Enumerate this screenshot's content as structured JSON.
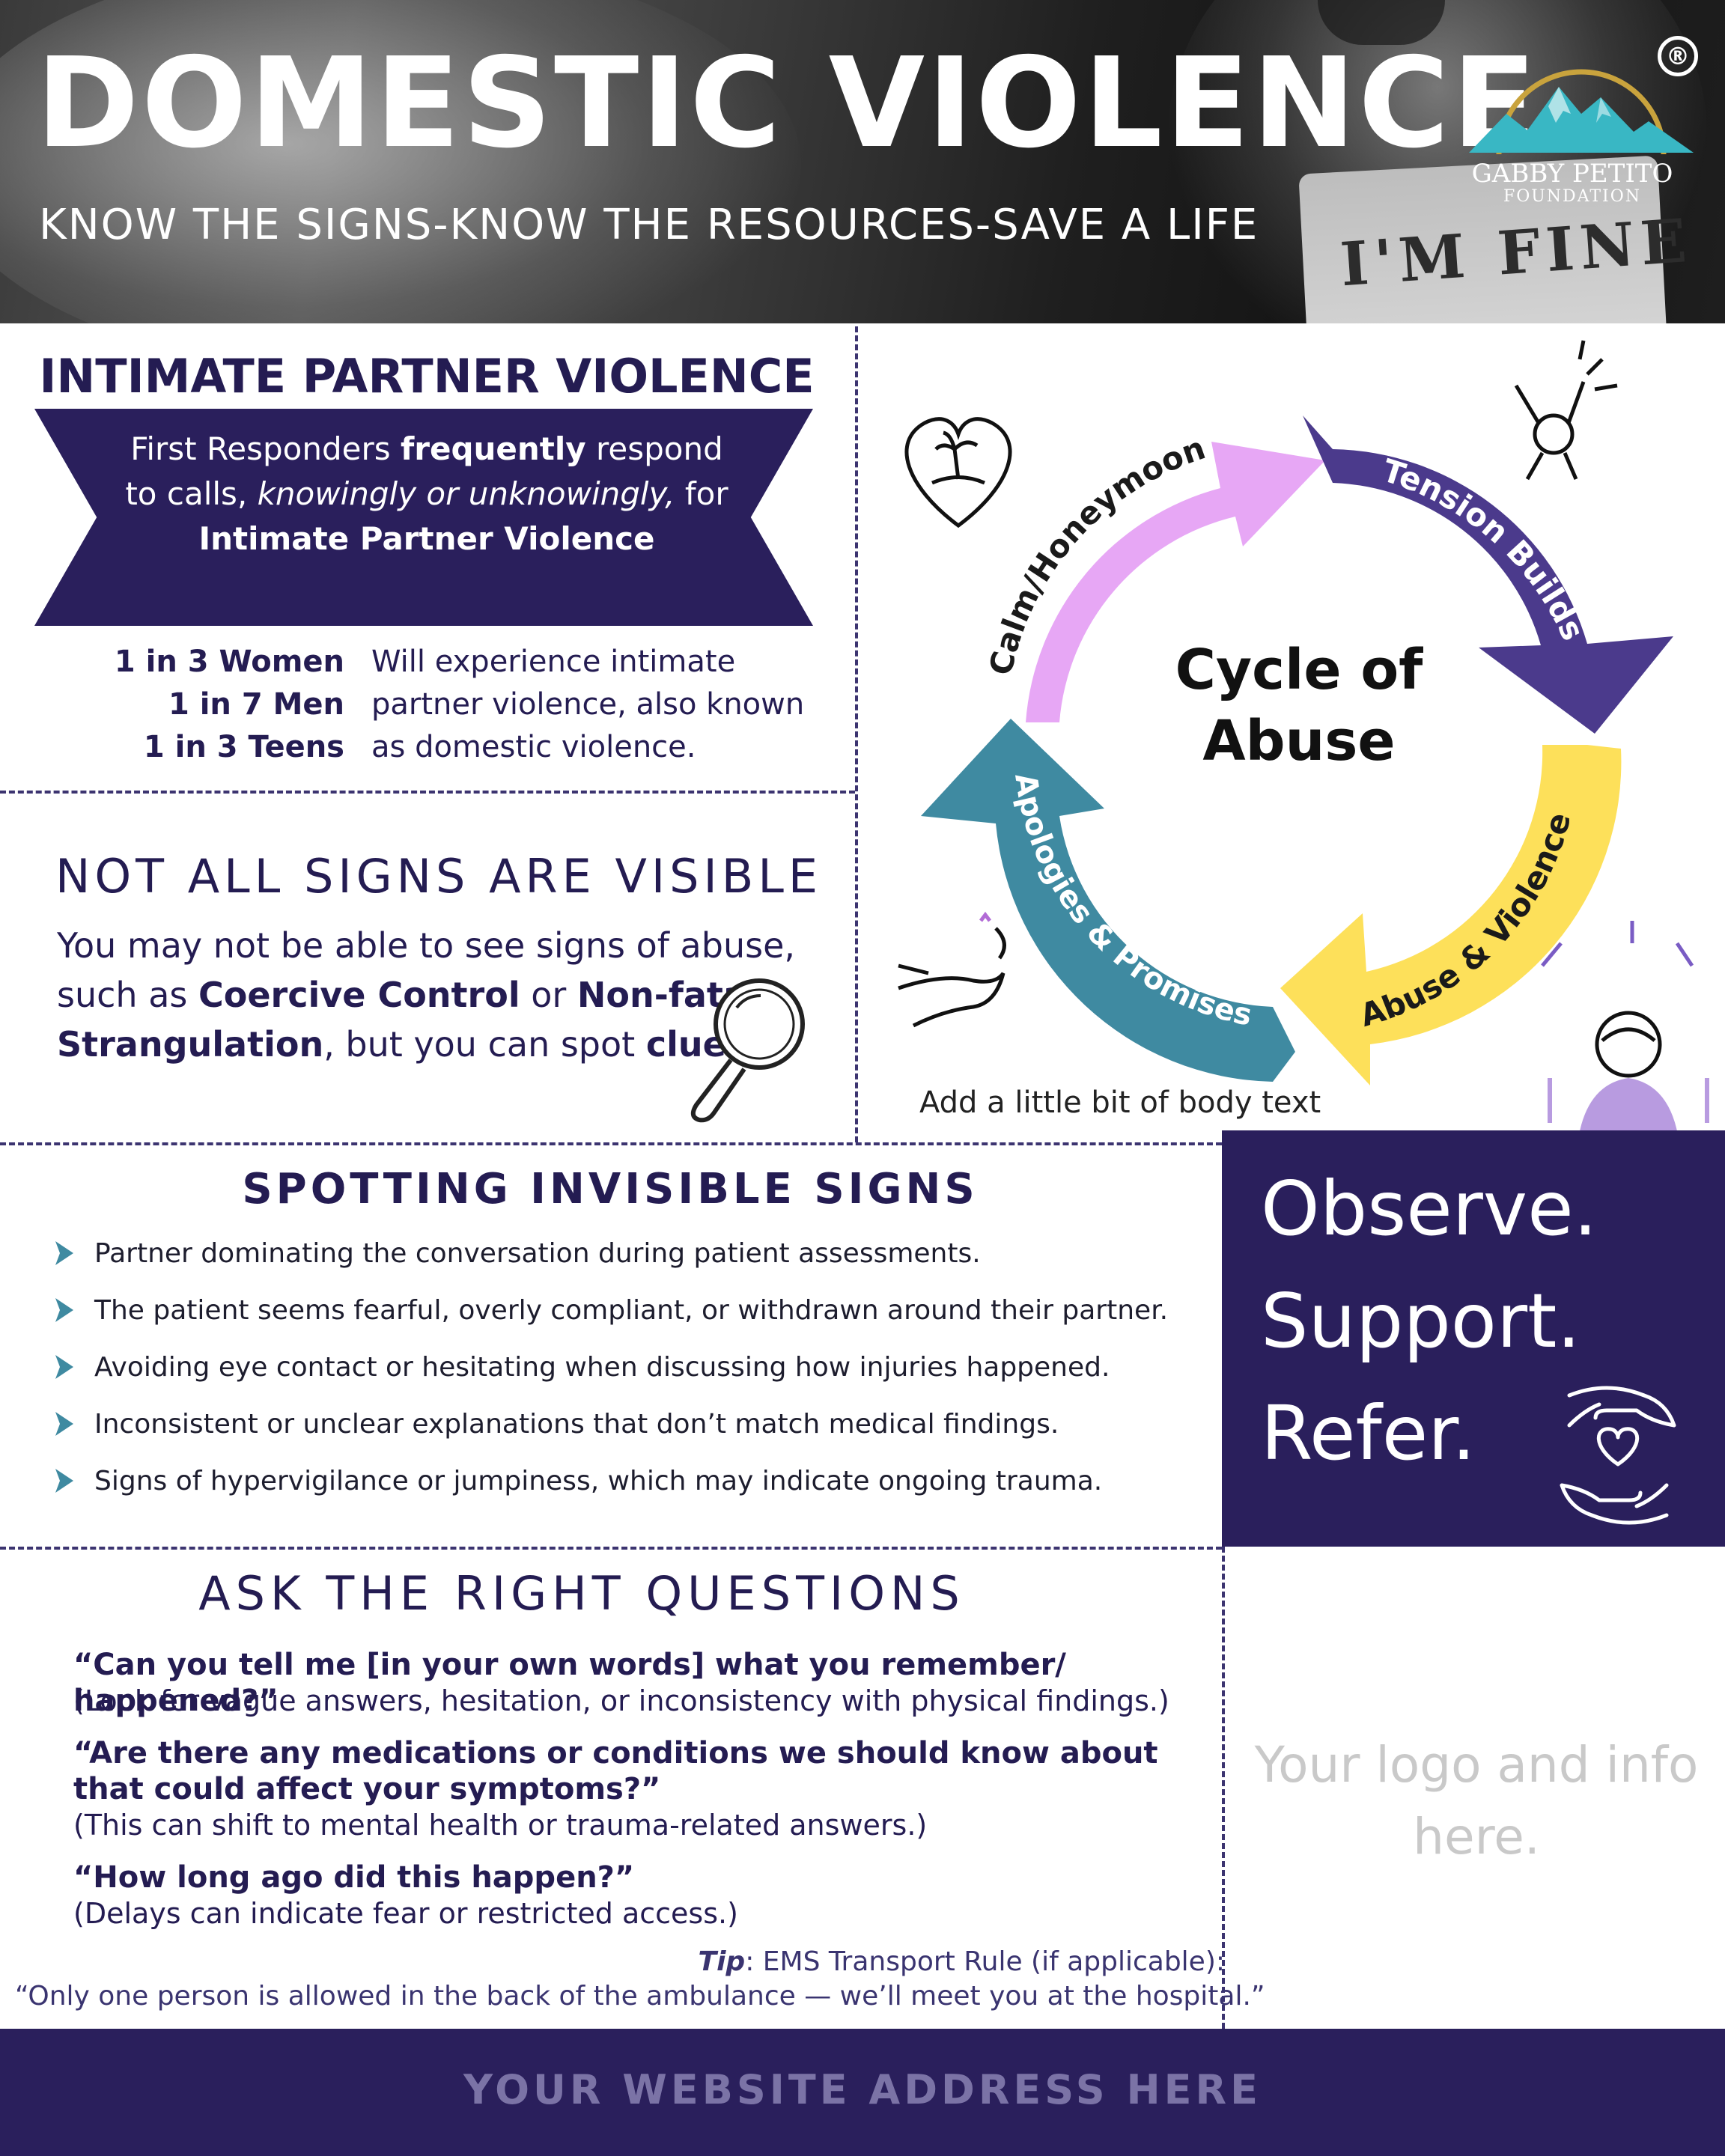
{
  "header": {
    "title": "DOMESTIC VIOLENCE",
    "subtitle": "KNOW THE SIGNS-KNOW THE RESOURCES-SAVE A LIFE",
    "photo_text": "I'M FINE",
    "registered_mark": "®",
    "org_name": "GABBY PETITO",
    "org_sub": "FOUNDATION"
  },
  "ipv": {
    "title": "INTIMATE PARTNER VIOLENCE",
    "banner": {
      "part1": "First Responders ",
      "bold1": "frequently",
      "part2": " respond to calls, ",
      "italic1": "knowingly or unknowingly,",
      "part3": " for",
      "bold2": "Intimate Partner Violence"
    },
    "stats": [
      "1 in 3 Women",
      "1 in 7 Men",
      "1 in 3 Teens"
    ],
    "stats_text": "Will experience intimate partner violence, also known as domestic violence."
  },
  "visible": {
    "title": "NOT ALL SIGNS ARE VISIBLE",
    "t1": "You may not be able to see signs of abuse, such as ",
    "b1": "Coercive Control",
    "t2": " or ",
    "b2": "Non-fatal Strangulation",
    "t3": ", but you can spot ",
    "b3": "clues",
    "t4": "."
  },
  "cycle": {
    "title_line1": "Cycle of",
    "title_line2": "Abuse",
    "stages": [
      "Calm/Honeymoon",
      "Tension Builds",
      "Abuse & Violence",
      "Apologies & Promises"
    ],
    "colors": {
      "calm": "#e7a7f5",
      "tension": "#4b3a8c",
      "abuse": "#fde05a",
      "apologies": "#3f8aa1"
    },
    "body_text": "Add a little bit of body text"
  },
  "spotting": {
    "title": "SPOTTING INVISIBLE SIGNS",
    "items": [
      "Partner dominating the conversation during patient assessments.",
      "The patient seems fearful, overly compliant, or withdrawn around their partner.",
      "Avoiding eye contact or hesitating when discussing how injuries happened.",
      "Inconsistent or unclear explanations that don’t match medical findings.",
      "Signs of hypervigilance or jumpiness, which may indicate ongoing trauma."
    ]
  },
  "osr": {
    "line1": "Observe.",
    "line2": "Support.",
    "line3": "Refer."
  },
  "questions": {
    "title": "ASK THE RIGHT QUESTIONS",
    "q1": "“Can you tell me [in your own words] what you remember/ happened?”",
    "q1_note": "(Look for vague answers, hesitation, or inconsistency with physical findings.)",
    "q2": "“Are there any medications or conditions we should know about that could affect your symptoms?”",
    "q2_note": "(This can shift to mental health or trauma-related answers.)",
    "q3": "“How long ago did this happen?”",
    "q3_note": "(Delays can indicate fear or restricted access.)",
    "tip_label": "Tip",
    "tip_text": ": EMS Transport Rule (if applicable):",
    "tip_quote": "“Only one person is allowed in the back of the ambulance — we’ll meet you at the hospital.”"
  },
  "logo_placeholder": "Your logo and info here.",
  "footer": {
    "website": "YOUR WEBSITE ADDRESS HERE"
  }
}
